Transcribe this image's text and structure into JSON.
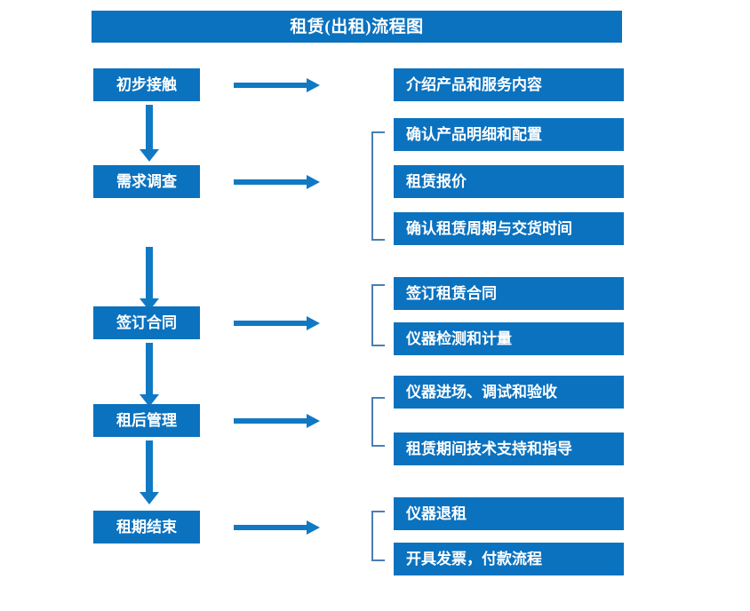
{
  "diagram": {
    "title": "租赁(出租)流程图",
    "colors": {
      "box_blue": "#0b72bf",
      "arrow_blue": "#1179c4",
      "bracket_blue": "#4a7fb5",
      "text_white": "#ffffff",
      "background": "#ffffff"
    },
    "stages": [
      {
        "label": "初步接触",
        "details": [
          "介绍产品和服务内容"
        ]
      },
      {
        "label": "需求调查",
        "details": [
          "确认产品明细和配置",
          "租赁报价",
          "确认租赁周期与交货时间"
        ]
      },
      {
        "label": "签订合同",
        "details": [
          "签订租赁合同",
          "仪器检测和计量"
        ]
      },
      {
        "label": "租后管理",
        "details": [
          "仪器进场、调试和验收",
          "租赁期间技术支持和指导"
        ]
      },
      {
        "label": "租期结束",
        "details": [
          "仪器退租",
          "开具发票，付款流程"
        ]
      }
    ]
  }
}
